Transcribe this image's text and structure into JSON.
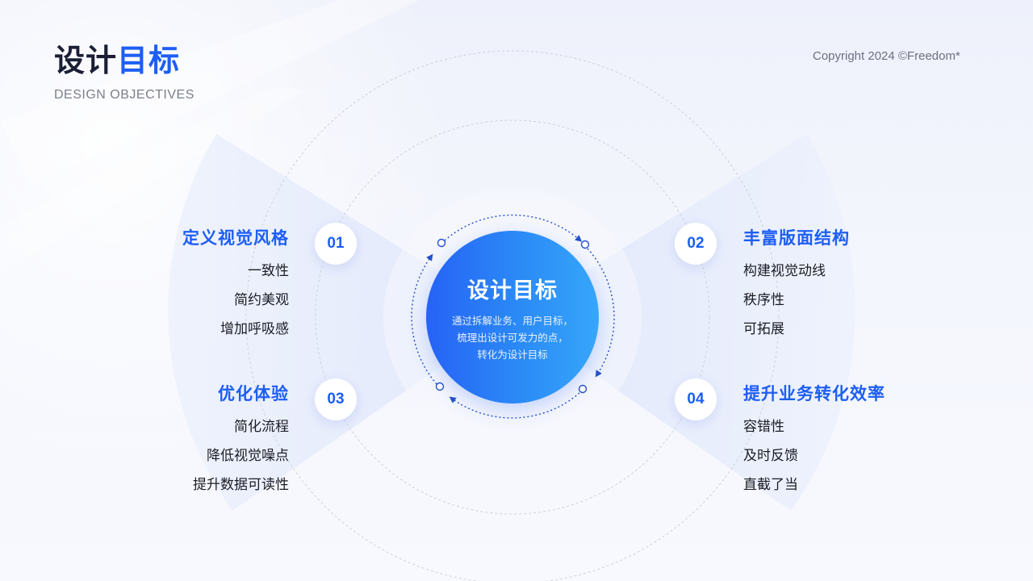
{
  "header": {
    "title_dark": "设计",
    "title_accent": "目标",
    "subtitle": "DESIGN OBJECTIVES",
    "copyright": "Copyright 2024 ©Freedom*"
  },
  "center": {
    "title": "设计目标",
    "description_lines": [
      "通过拆解业务、用户目标，",
      "梳理出设计可发力的点，",
      "转化为设计目标"
    ]
  },
  "objectives": [
    {
      "number": "01",
      "title": "定义视觉风格",
      "items": [
        "一致性",
        "简约美观",
        "增加呼吸感"
      ]
    },
    {
      "number": "02",
      "title": "丰富版面结构",
      "items": [
        "构建视觉动线",
        "秩序性",
        "可拓展"
      ]
    },
    {
      "number": "03",
      "title": "优化体验",
      "items": [
        "简化流程",
        "降低视觉噪点",
        "提升数据可读性"
      ]
    },
    {
      "number": "04",
      "title": "提升业务转化效率",
      "items": [
        "容错性",
        "及时反馈",
        "直截了当"
      ]
    }
  ],
  "colors": {
    "accent": "#1d5ef5",
    "title_dark": "#1a1f36",
    "core_gradient_start": "#2662f6",
    "core_gradient_end": "#36a6fb",
    "fan_fill": "#e3e9fb",
    "dash_stroke": "#c9cedb",
    "arrow_stroke": "#2551c9"
  }
}
